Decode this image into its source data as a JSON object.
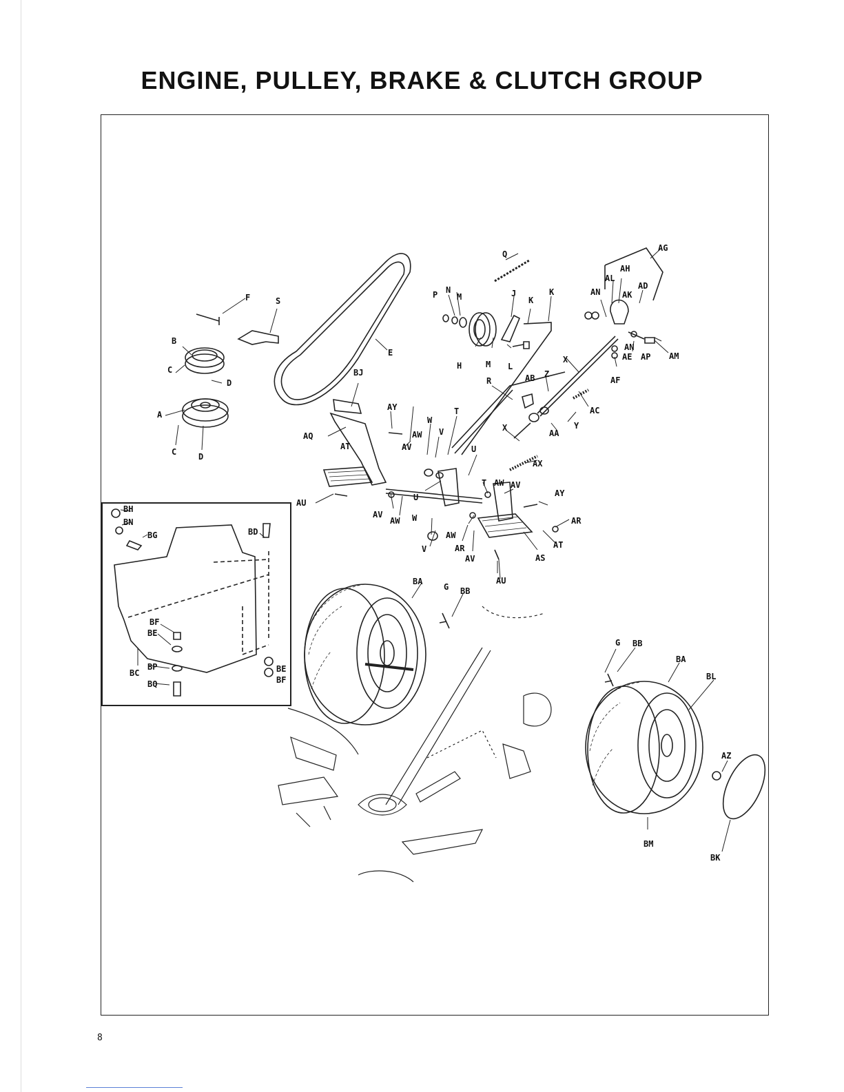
{
  "page": {
    "title": "ENGINE, PULLEY, BRAKE & CLUTCH GROUP",
    "page_number": "8"
  },
  "labels": {
    "A": "A",
    "B": "B",
    "C": "C",
    "D": "D",
    "E": "E",
    "F": "F",
    "G": "G",
    "H": "H",
    "J": "J",
    "K": "K",
    "L": "L",
    "M": "M",
    "N": "N",
    "P": "P",
    "Q": "Q",
    "R": "R",
    "S": "S",
    "T": "T",
    "U": "U",
    "V": "V",
    "W": "W",
    "X": "X",
    "Y": "Y",
    "Z": "Z",
    "AA": "AA",
    "AB": "AB",
    "AC": "AC",
    "AD": "AD",
    "AE": "AE",
    "AF": "AF",
    "AG": "AG",
    "AH": "AH",
    "AK": "AK",
    "AL": "AL",
    "AM": "AM",
    "AN": "AN",
    "AP": "AP",
    "AQ": "AQ",
    "AR": "AR",
    "AS": "AS",
    "AT": "AT",
    "AU": "AU",
    "AV": "AV",
    "AW": "AW",
    "AX": "AX",
    "AY": "AY",
    "AZ": "AZ",
    "BA": "BA",
    "BB": "BB",
    "BC": "BC",
    "BD": "BD",
    "BE": "BE",
    "BF": "BF",
    "BG": "BG",
    "BH": "BH",
    "BJ": "BJ",
    "BK": "BK",
    "BL": "BL",
    "BM": "BM",
    "BN": "BN",
    "BP": "BP",
    "BQ": "BQ"
  }
}
